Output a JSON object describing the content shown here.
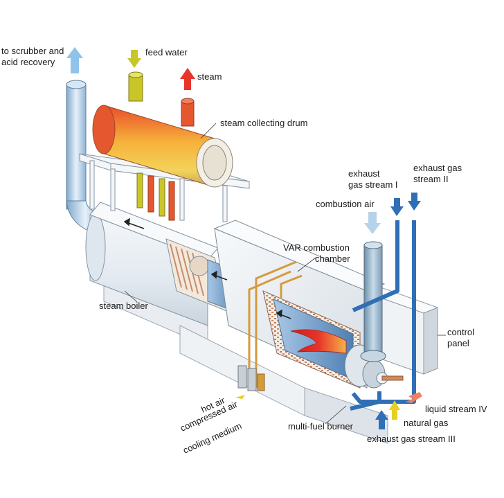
{
  "labels": {
    "to_scrubber_line1": "to scrubber and",
    "to_scrubber_line2": "acid recovery",
    "feed_water": "feed water",
    "steam": "steam",
    "steam_collecting_drum": "steam collecting drum",
    "exhaust_gas_stream_1_line1": "exhaust",
    "exhaust_gas_stream_1_line2": "gas stream I",
    "exhaust_gas_stream_2_line1": "exhaust gas",
    "exhaust_gas_stream_2_line2": "stream II",
    "combustion_air": "combustion air",
    "var_chamber_line1": "VAR combustion",
    "var_chamber_line2": "chamber",
    "steam_boiler": "steam boiler",
    "control_panel_line1": "control",
    "control_panel_line2": "panel",
    "hot_air": "hot air",
    "compressed_air": "compressed air",
    "cooling_medium": "cooling medium",
    "liquid_stream_4": "liquid stream IV",
    "natural_gas": "natural gas",
    "multi_fuel_burner": "multi-fuel burner",
    "exhaust_gas_stream_3": "exhaust gas stream III"
  },
  "colors": {
    "exhaust_arrow": "#2f6fb5",
    "scrubber_arrow": "#8fc3ea",
    "feed_water_arrow": "#c9c62a",
    "steam_arrow": "#e8352a",
    "natural_gas_arrow": "#e6d020",
    "liquid_arrow": "#f08060",
    "flame": "#e8342a",
    "drum_body": "#f0a040",
    "pipe_blue": "#2f6fb5",
    "pipe_light": "#b7d3ea",
    "boiler_body": "#e6eef5",
    "brick": "#c98b68"
  }
}
